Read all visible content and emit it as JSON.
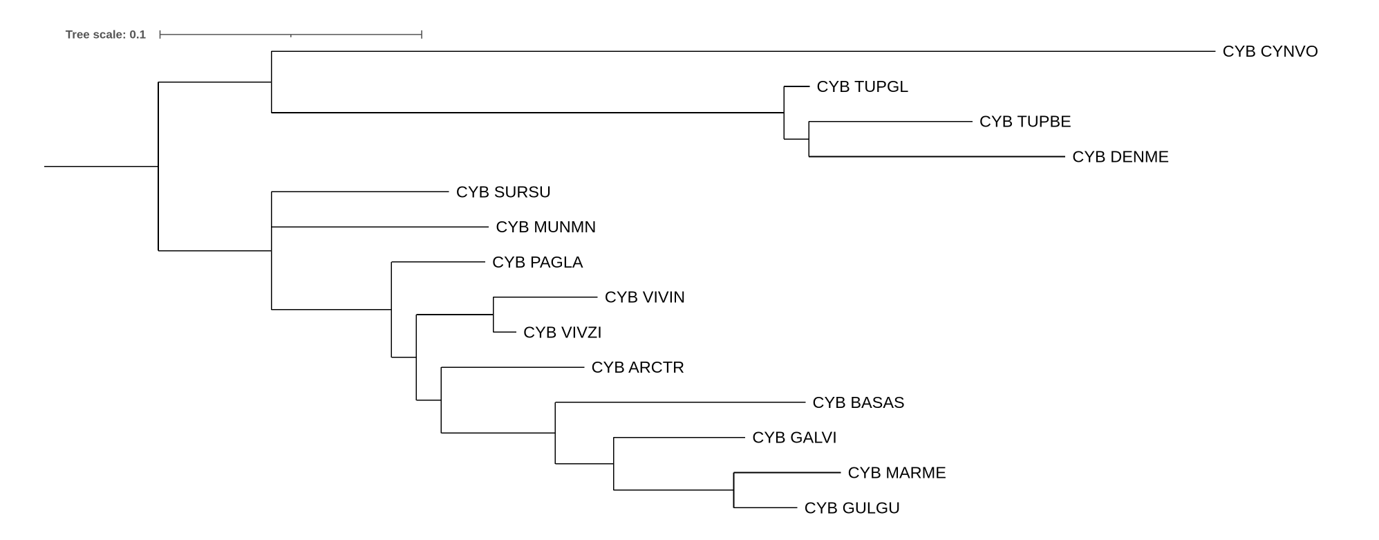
{
  "chart_data": {
    "type": "phylogenetic-tree",
    "layout": "rectangular",
    "orientation": "left-to-right",
    "scale": {
      "label": "Tree scale: 0.1",
      "value": 0.1,
      "ticks": 3
    },
    "colors": {
      "branch": "#000000",
      "label": "#000000",
      "scale": "#555555"
    },
    "tree": {
      "id": "root",
      "length": 0.0436,
      "children": [
        {
          "id": "n1",
          "length": 0.0432,
          "children": [
            {
              "name": "CYB CYNVO",
              "length": 0.3608
            },
            {
              "id": "n2",
              "length": 0.1959,
              "children": [
                {
                  "name": "CYB TUPGL",
                  "length": 0.0098
                },
                {
                  "id": "n3",
                  "length": 0.0095,
                  "children": [
                    {
                      "name": "CYB TUPBE",
                      "length": 0.0625
                    },
                    {
                      "name": "CYB DENME",
                      "length": 0.098
                    }
                  ]
                }
              ]
            }
          ]
        },
        {
          "id": "n4",
          "length": 0.0432,
          "children": [
            {
              "name": "CYB SURSU",
              "length": 0.0679
            },
            {
              "name": "CYB MUNMN",
              "length": 0.0831
            },
            {
              "id": "n5",
              "length": 0.0459,
              "children": [
                {
                  "name": "CYB PAGLA",
                  "length": 0.0358
                },
                {
                  "id": "n6",
                  "length": 0.0095,
                  "children": [
                    {
                      "id": "n7",
                      "length": 0.0294,
                      "children": [
                        {
                          "name": "CYB VIVIN",
                          "length": 0.0399
                        },
                        {
                          "name": "CYB VIVZI",
                          "length": 0.0088
                        }
                      ]
                    },
                    {
                      "id": "n8",
                      "length": 0.0095,
                      "children": [
                        {
                          "name": "CYB ARCTR",
                          "length": 0.0547
                        },
                        {
                          "id": "n9",
                          "length": 0.0436,
                          "children": [
                            {
                              "name": "CYB BASAS",
                              "length": 0.0956
                            },
                            {
                              "id": "n10",
                              "length": 0.0223,
                              "children": [
                                {
                                  "name": "CYB GALVI",
                                  "length": 0.0503
                                },
                                {
                                  "id": "n11",
                                  "length": 0.0459,
                                  "children": [
                                    {
                                      "name": "CYB MARME",
                                      "length": 0.0409
                                    },
                                    {
                                      "name": "CYB GULGU",
                                      "length": 0.0243
                                    }
                                  ]
                                }
                              ]
                            }
                          ]
                        }
                      ]
                    }
                  ]
                }
              ]
            }
          ]
        }
      ]
    },
    "leaves": [
      "CYB CYNVO",
      "CYB TUPGL",
      "CYB TUPBE",
      "CYB DENME",
      "CYB SURSU",
      "CYB MUNMN",
      "CYB PAGLA",
      "CYB VIVIN",
      "CYB VIVZI",
      "CYB ARCTR",
      "CYB BASAS",
      "CYB GALVI",
      "CYB MARME",
      "CYB GULGU"
    ]
  }
}
